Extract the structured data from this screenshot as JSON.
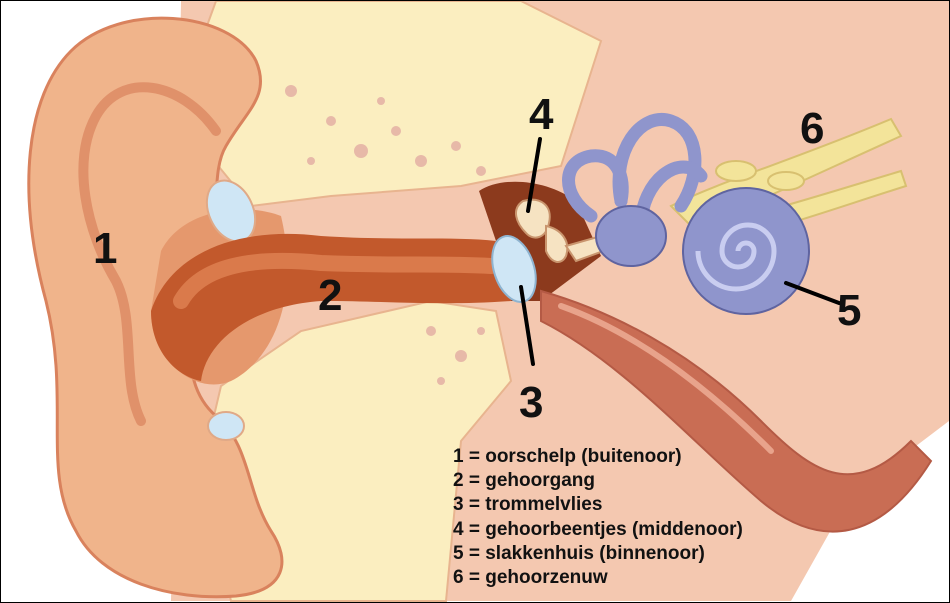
{
  "diagram": {
    "numbers": {
      "n1": "1",
      "n2": "2",
      "n3": "3",
      "n4": "4",
      "n5": "5",
      "n6": "6"
    },
    "legend": [
      "1 = oorschelp (buitenoor)",
      "2 = gehoorgang",
      "3 = trommelvlies",
      "4 = gehoorbeentjes (middenoor)",
      "5 = slakkenhuis (binnenoor)",
      "6 = gehoorzenuw"
    ],
    "colors": {
      "skin": "#f0b48b",
      "canal": "#c2592c",
      "bone": "#fbeec0",
      "cochlea": "#8f95cc",
      "nerve": "#f3e49a",
      "eardrum": "#cfe6f5"
    }
  }
}
